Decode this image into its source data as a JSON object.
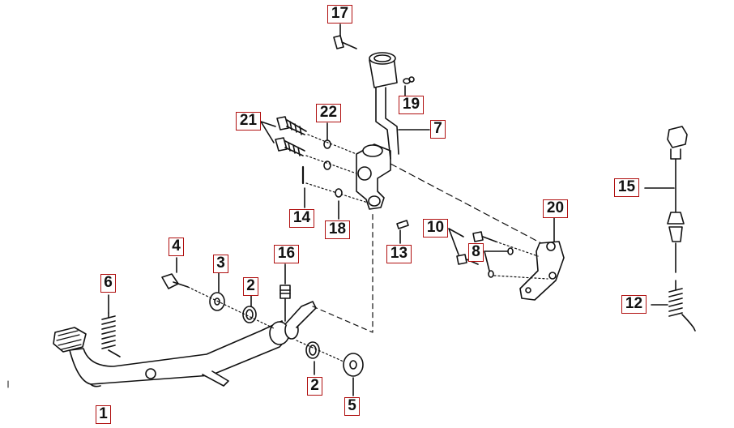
{
  "colors": {
    "callout_border": "#b01010",
    "line": "#111111",
    "part_fill": "#ffffff"
  },
  "callouts": {
    "c1": "1",
    "c2a": "2",
    "c2b": "2",
    "c3": "3",
    "c4": "4",
    "c5": "5",
    "c6": "6",
    "c7": "7",
    "c8": "8",
    "c10": "10",
    "c12": "12",
    "c13": "13",
    "c14": "14",
    "c15": "15",
    "c16": "16",
    "c17": "17",
    "c18": "18",
    "c19": "19",
    "c20": "20",
    "c21": "21",
    "c22": "22"
  }
}
